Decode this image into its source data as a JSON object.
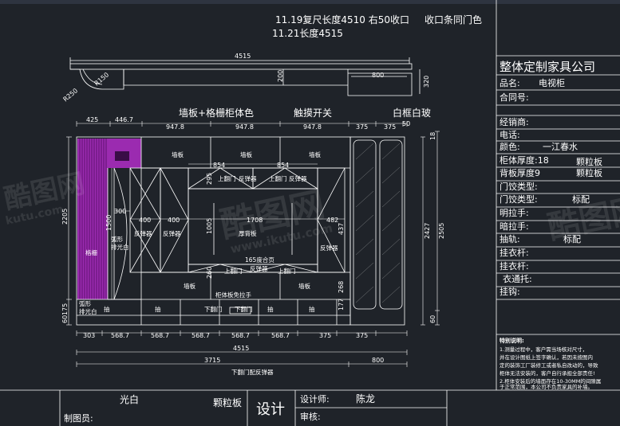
{
  "header_notes": {
    "line1": "11.19复尺长度4510 右50收口",
    "line2": "11.21长度4515",
    "line3": "收口条同门色"
  },
  "top_view": {
    "width_dim": "4515",
    "depth_dim": "200",
    "right_width_dim": "800",
    "right_depth_dim": "320",
    "radius_outer": "R250",
    "radius_inner": "R150"
  },
  "labels": {
    "wall_panel_cabinet": "墙板+格栅柜体色",
    "touch_switch": "触摸开关",
    "white_frame_glass": "白框白玻"
  },
  "front_dims": {
    "top_segments": [
      "425",
      "446.7",
      "947.8",
      "947.8",
      "947.8",
      "375",
      "375"
    ],
    "right_50": "50",
    "bottom_segments": [
      "303",
      "568.7",
      "568.7",
      "568.7",
      "568.7",
      "568.7",
      "375",
      "375"
    ],
    "overall_width": "4515",
    "bottom_3715": "3715",
    "bottom_800": "800",
    "height_left": "2205",
    "height_right_2427": "2427",
    "height_right_2505": "2505",
    "top_18": "18",
    "bottom_60": "60",
    "left_60": "60",
    "left_175": "175",
    "left_300": "300",
    "left_1500": "1500",
    "inner_854_a": "854",
    "inner_854_b": "854",
    "inner_400_a": "400",
    "inner_400_b": "400",
    "inner_1708": "1708",
    "inner_482": "482",
    "inner_1005": "1005",
    "inner_437": "437",
    "inner_268": "268",
    "inner_295": "295",
    "inner_260": "260",
    "inner_177": "177"
  },
  "annotations": {
    "wall_panel": "墙板",
    "grille": "格栅",
    "arc_light": "弧形\n排光白",
    "arc_light_bottom": "弧形\n排光白",
    "reflector": "反弹器",
    "lift_door": "上翻门",
    "back_panel": "厚背板",
    "hinge": "165度合页",
    "lower_lift_door": "下翻门",
    "drawer": "抽",
    "cabinet_pull": "柜体板免拉手",
    "bottom_note": "下翻门配反弹器"
  },
  "title_block": {
    "company": "整体定制家具公司",
    "rows": [
      {
        "label": "品名:",
        "value": "电视柜"
      },
      {
        "label": "合同号:",
        "value": ""
      },
      {
        "label": "经销商:",
        "value": ""
      },
      {
        "label": "电话:",
        "value": ""
      },
      {
        "label": "颜色:",
        "value": "一江春水"
      },
      {
        "label": "柜体厚度:18",
        "value": "颗粒板"
      },
      {
        "label": "背板厚度9",
        "value": "颗粒板"
      },
      {
        "label": "门饺类型:",
        "value": ""
      },
      {
        "label": "门饺类型:",
        "value": "标配"
      },
      {
        "label": "明拉手:",
        "value": ""
      },
      {
        "label": "暗拉手:",
        "value": ""
      },
      {
        "label": "抽轨:",
        "value": "标配"
      },
      {
        "label": "挂衣杆:",
        "value": ""
      },
      {
        "label": "挂衣杆:",
        "value": ""
      },
      {
        "label": "衣通托:",
        "value": ""
      },
      {
        "label": "挂钩:",
        "value": ""
      }
    ],
    "notes_title": "特别说明:",
    "notes": [
      "1.测量过程中，客户需当场核对尺寸，",
      "并在设计图纸上签字确认，若因未按图内",
      "定的装饰工厂装修工或者私自改动的，导致",
      "柜体无法安装的，客户自行承担全部责任!",
      "2.柜体安装后的墙面存在10-30MM的间隙属",
      "于正常范围，本公司不负责家具的补墙。"
    ]
  },
  "bottom_bar": {
    "color_text": "光白",
    "material": "颗粒板",
    "design": "设计",
    "designer_label": "设计师:",
    "designer": "陈龙",
    "review_label": "审核:",
    "left_partial": "制图员:"
  },
  "watermarks": {
    "brand_a": "酷图网",
    "url": "www.ikutu.com",
    "short": "kutu.com"
  },
  "colors": {
    "line": "#ffffff",
    "background": "#1f2329",
    "grille": "#9b2bb0",
    "grille_dark": "#5d0f6e"
  }
}
